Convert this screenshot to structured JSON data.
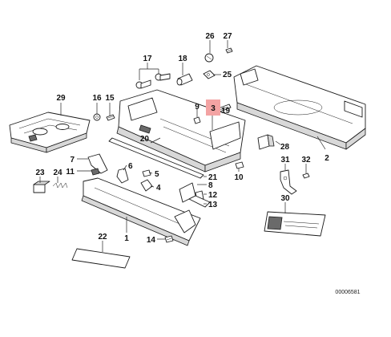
{
  "highlight_color": "#f3a3a3",
  "callouts": {
    "c1": "1",
    "c2": "2",
    "c3": "3",
    "c4": "4",
    "c5": "5",
    "c6": "6",
    "c7": "7",
    "c8": "8",
    "c9": "9",
    "c10": "10",
    "c11": "11",
    "c12": "12",
    "c13": "13",
    "c14": "14",
    "c15": "15",
    "c16": "16",
    "c17": "17",
    "c18": "18",
    "c19": "19",
    "c20": "20",
    "c21": "21",
    "c22": "22",
    "c23": "23",
    "c24": "24",
    "c25": "25",
    "c26": "26",
    "c27": "27",
    "c28": "28",
    "c29": "29",
    "c30": "30",
    "c31": "31",
    "c32": "32"
  },
  "diagram_ref": "00006581"
}
